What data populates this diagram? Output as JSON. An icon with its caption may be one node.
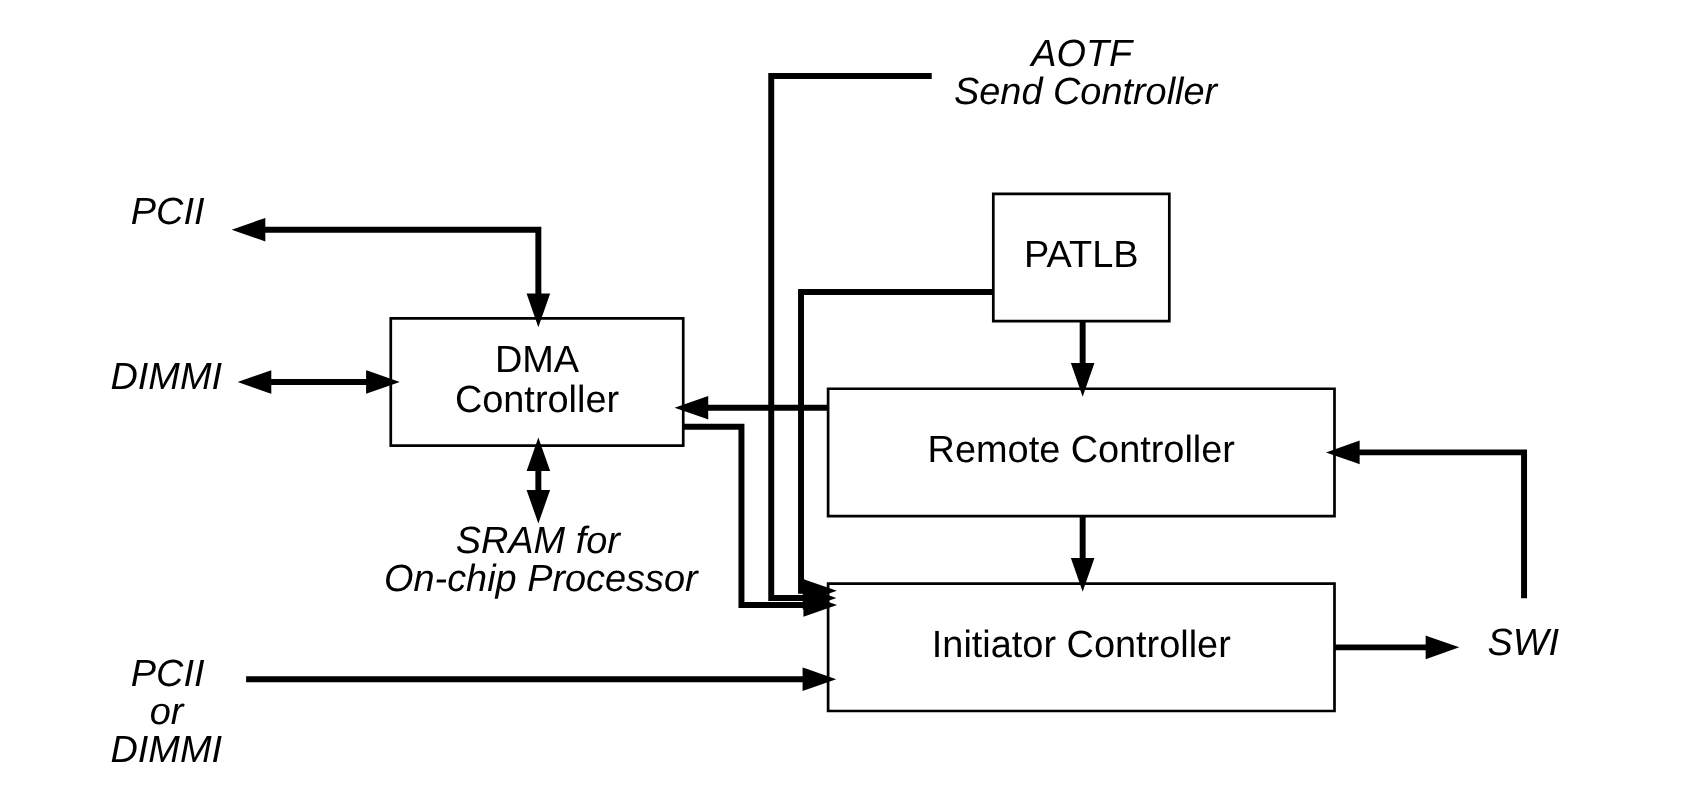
{
  "diagram": {
    "nodes": [
      {
        "text": [
          "AOTF Send Controller"
        ]
      },
      {
        "text": [
          "PCII or DIMMI"
        ]
      },
      {
        "text": [
          "Initiator Controller"
        ]
      },
      {
        "text": [
          "SWI"
        ]
      },
      {
        "text": [
          "PCII"
        ]
      },
      {
        "text": [
          "DMA Controller"
        ]
      },
      {
        "text": [
          "DIMMI"
        ]
      },
      {
        "text": [
          "PATLB"
        ]
      },
      {
        "text": [
          "Remote Controller"
        ]
      },
      {
        "text": [
          "SRAM for On-chip Processor"
        ]
      }
    ],
    "edges": [
      {
        "from": 0,
        "to": 2,
        "arrow": "to"
      },
      {
        "from": 1,
        "to": 2,
        "arrow": "to"
      },
      {
        "from": 2,
        "to": 3,
        "arrow": "to"
      },
      {
        "from": 3,
        "to": 8,
        "arrow": "to"
      },
      {
        "from": 5,
        "to": 4,
        "arrow": "both"
      },
      {
        "from": 6,
        "to": 5,
        "arrow": "both"
      },
      {
        "from": 5,
        "to": 2,
        "arrow": "to"
      },
      {
        "from": 8,
        "to": 2,
        "arrow": "to"
      },
      {
        "from": 7,
        "to": 2,
        "arrow": "to"
      },
      {
        "from": 7,
        "to": 8,
        "arrow": "to"
      },
      {
        "from": 8,
        "to": 5,
        "arrow": "to"
      },
      {
        "from": 5,
        "to": 9,
        "arrow": "both"
      }
    ]
  }
}
